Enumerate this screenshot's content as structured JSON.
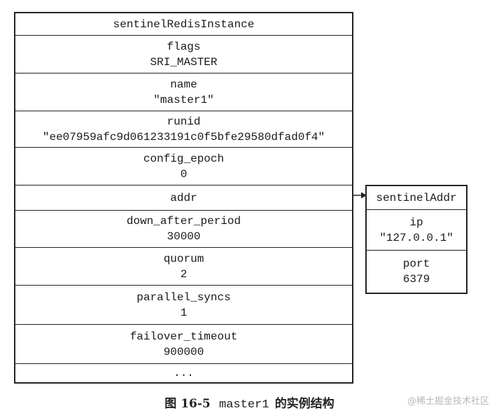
{
  "main_struct": {
    "rows": [
      {
        "lines": [
          "sentinelRedisInstance"
        ]
      },
      {
        "lines": [
          "flags",
          "SRI_MASTER"
        ]
      },
      {
        "lines": [
          "name",
          "\"master1\""
        ]
      },
      {
        "lines": [
          "runid",
          "\"ee07959afc9d061233191c0f5bfe29580dfad0f4\""
        ]
      },
      {
        "lines": [
          "config_epoch",
          "0"
        ]
      },
      {
        "lines": [
          "addr"
        ]
      },
      {
        "lines": [
          "down_after_period",
          "30000"
        ]
      },
      {
        "lines": [
          "quorum",
          "2"
        ]
      },
      {
        "lines": [
          "parallel_syncs",
          "1"
        ]
      },
      {
        "lines": [
          "failover_timeout",
          "900000"
        ]
      },
      {
        "lines": [
          "..."
        ]
      }
    ]
  },
  "addr_struct": {
    "rows": [
      {
        "lines": [
          "sentinelAddr"
        ]
      },
      {
        "lines": [
          "ip",
          "\"127.0.0.1\""
        ]
      },
      {
        "lines": [
          "port",
          "6379"
        ]
      }
    ]
  },
  "caption": {
    "figure": "图 16-5",
    "code": "master1",
    "text": "的实例结构"
  },
  "watermark": "@稀土掘金技术社区"
}
